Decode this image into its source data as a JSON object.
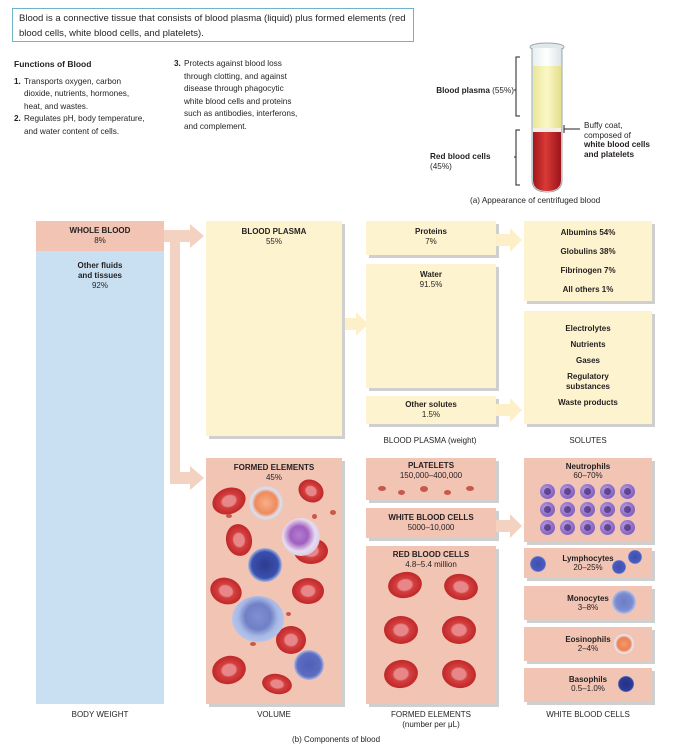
{
  "intro": {
    "line1": "Blood is a connective tissue that consists of blood plasma (liquid) plus formed elements (red",
    "line2": "blood cells, white blood cells, and platelets)."
  },
  "functions": {
    "title": "Functions of Blood",
    "item1_num": "1.",
    "item1_lines": [
      "Transports oxygen, carbon",
      "dioxide, nutrients, hormones,",
      "heat, and wastes."
    ],
    "item2_num": "2.",
    "item2_lines": [
      "Regulates pH, body temperature,",
      "and water content of cells."
    ],
    "item3_num": "3.",
    "item3_lines": [
      "Protects against blood loss",
      "through clotting, and against",
      "disease through phagocytic",
      "white blood cells and proteins",
      "such as antibodies, interferons,",
      "and complement."
    ]
  },
  "tube": {
    "plasma_label": "Blood plasma",
    "plasma_pct": "(55%)",
    "rbc_label": "Red blood cells",
    "rbc_pct": "(45%)",
    "buffy_lines": [
      "Buffy coat,",
      "composed of"
    ],
    "buffy_bold_lines": [
      "white blood cells",
      "and platelets"
    ],
    "caption": "(a) Appearance of centrifuged blood"
  },
  "whole_blood": {
    "title": "WHOLE BLOOD",
    "pct": "8%",
    "other_title": "Other fluids",
    "other_title2": "and tissues",
    "other_pct": "92%"
  },
  "plasma": {
    "title": "BLOOD PLASMA",
    "pct": "55%"
  },
  "proteins": {
    "title": "Proteins",
    "pct": "7%"
  },
  "water": {
    "title": "Water",
    "pct": "91.5%"
  },
  "other_solutes": {
    "title": "Other solutes",
    "pct": "1.5%"
  },
  "protein_list": [
    "Albumins 54%",
    "Globulins 38%",
    "Fibrinogen 7%",
    "All others 1%"
  ],
  "solute_list": [
    "Electrolytes",
    "Nutrients",
    "Gases",
    "Regulatory",
    "substances",
    "Waste products"
  ],
  "formed": {
    "title": "FORMED ELEMENTS",
    "pct": "45%"
  },
  "platelets": {
    "title": "PLATELETS",
    "range": "150,000–400,000"
  },
  "wbc": {
    "title": "WHITE BLOOD CELLS",
    "range": "5000–10,000"
  },
  "rbc": {
    "title": "RED BLOOD CELLS",
    "range": "4.8–5.4 million"
  },
  "wbc_types": [
    {
      "name": "Neutrophils",
      "pct": "60–70%"
    },
    {
      "name": "Lymphocytes",
      "pct": "20–25%"
    },
    {
      "name": "Monocytes",
      "pct": "3–8%"
    },
    {
      "name": "Eosinophils",
      "pct": "2–4%"
    },
    {
      "name": "Basophils",
      "pct": "0.5–1.0%"
    }
  ],
  "column_labels": {
    "plasma_weight": "BLOOD PLASMA (weight)",
    "solutes": "SOLUTES",
    "body_weight": "BODY WEIGHT",
    "volume": "VOLUME",
    "formed_number": "FORMED ELEMENTS",
    "formed_number2": "(number per μL)",
    "white_cells": "WHITE BLOOD CELLS"
  },
  "caption_b": "(b) Components of blood",
  "colors": {
    "cream": "#fdf3cf",
    "pink": "#f2c4b4",
    "blue": "#c9e0f2",
    "rbc_red": "#c0282a",
    "intro_border": "#6fb3c8"
  }
}
